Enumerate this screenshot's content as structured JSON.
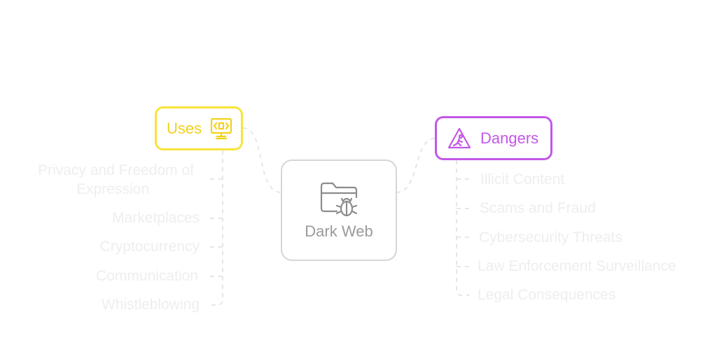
{
  "center": {
    "label": "Dark Web",
    "icon": "bug-folder-icon"
  },
  "uses": {
    "label": "Uses",
    "icon": "monitor-code-icon",
    "color": "#f7e43a",
    "items": [
      "Privacy and Freedom of",
      "Expression",
      "Marketplaces",
      "Cryptocurrency",
      "Communication",
      "Whistleblowing"
    ]
  },
  "dangers": {
    "label": "Dangers",
    "icon": "warning-triangle-icon",
    "color": "#c357e8",
    "items": [
      "Illicit Content",
      "Scams and Fraud",
      "Cybersecurity Threats",
      "Law Enforcement Surveillance",
      "Legal Consequences"
    ]
  }
}
